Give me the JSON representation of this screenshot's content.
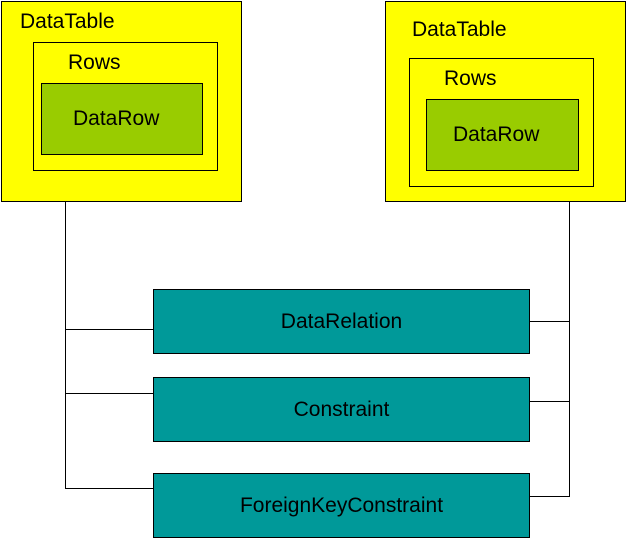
{
  "colors": {
    "table_fill": "#ffff00",
    "row_fill": "#99cc00",
    "relation_fill": "#009999",
    "line": "#000000"
  },
  "tables": [
    {
      "title": "DataTable",
      "rows_label": "Rows",
      "row_label": "DataRow"
    },
    {
      "title": "DataTable",
      "rows_label": "Rows",
      "row_label": "DataRow"
    }
  ],
  "relations": [
    {
      "label": "DataRelation"
    },
    {
      "label": "Constraint"
    },
    {
      "label": "ForeignKeyConstraint"
    }
  ]
}
